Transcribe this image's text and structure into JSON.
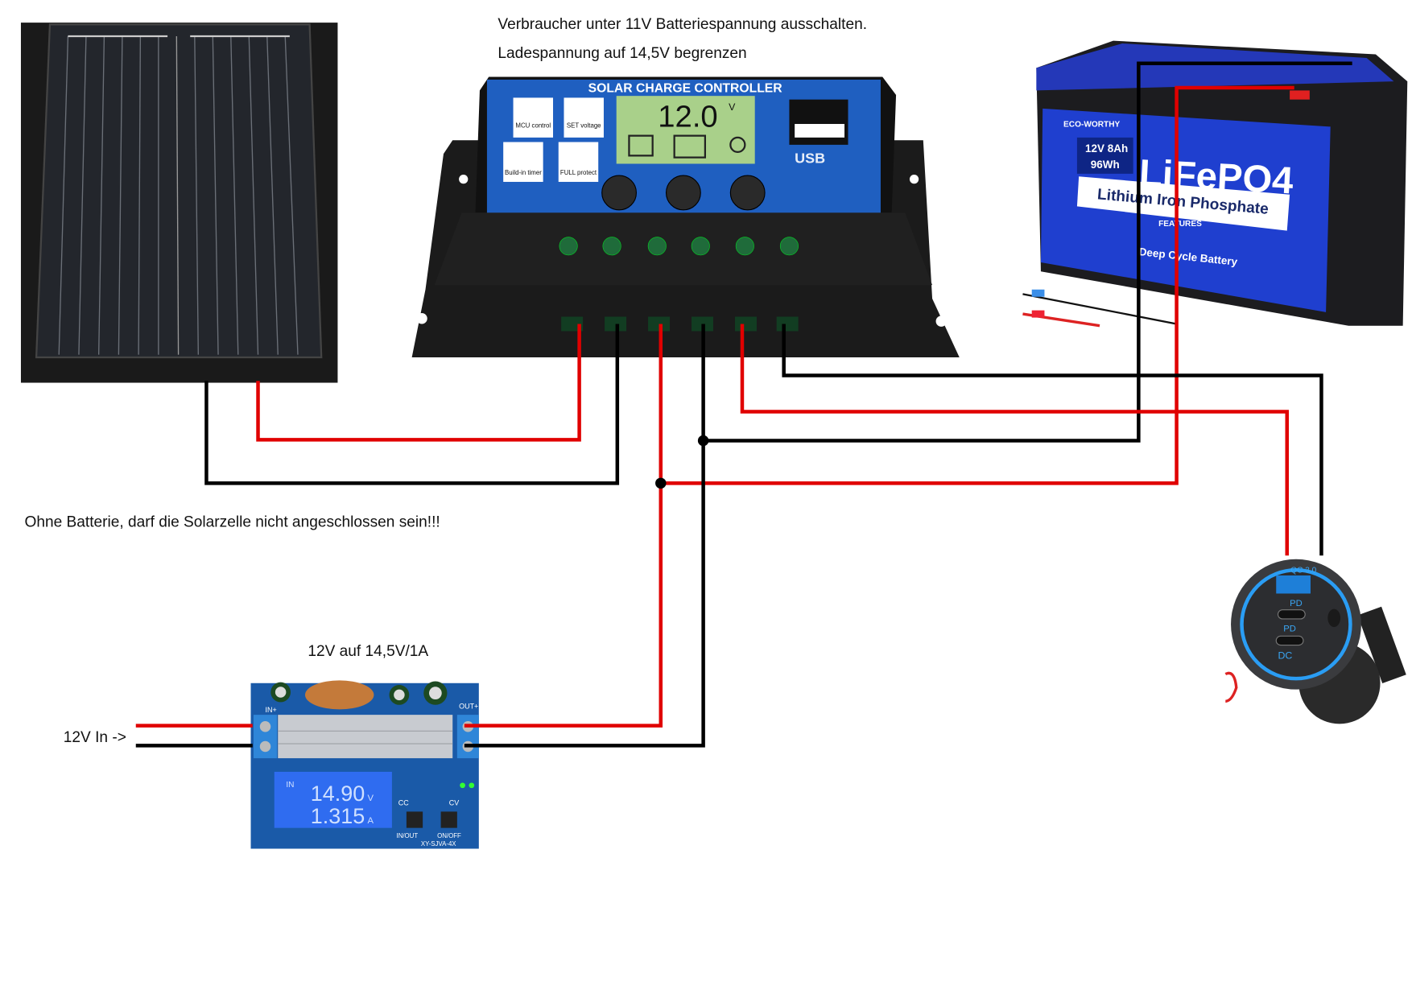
{
  "notes": {
    "controller_note_1": "Verbraucher unter 11V Batteriespannung ausschalten.",
    "controller_note_2": "Ladespannung auf 14,5V begrenzen",
    "solar_warning": "Ohne Batterie, darf die Solarzelle nicht angeschlossen sein!!!",
    "converter_title": "12V auf 14,5V/1A",
    "input_label": "12V In ->"
  },
  "controller": {
    "title": "SOLAR CHARGE CONTROLLER",
    "display_value": "12.0",
    "display_unit": "V",
    "features": [
      "MCU control",
      "SET voltage",
      "Build-in timer",
      "FULL protect"
    ],
    "usb_label": "USB"
  },
  "battery": {
    "brand": "ECO-WORTHY",
    "capacity": "12V 8Ah",
    "energy": "96Wh",
    "chemistry": "LiFePO4",
    "subtitle": "Lithium Iron Phosphate",
    "features_title": "FEATURES",
    "type": "Deep Cycle Battery"
  },
  "converter": {
    "voltage": "14.90",
    "voltage_unit": "V",
    "current": "1.315",
    "current_unit": "A",
    "display_mode": "IN",
    "in_plus": "IN+",
    "out_plus": "OUT+",
    "cc": "CC",
    "cv": "CV",
    "btn_1": "IN/OUT",
    "btn_2": "ON/OFF",
    "model": "XY-SJVA-4X"
  },
  "usb_socket": {
    "port_1": "QC 3.0",
    "port_2": "PD",
    "port_3": "PD",
    "port_4": "DC"
  },
  "colors": {
    "positive_wire": "#e00000",
    "negative_wire": "#000000",
    "accent_blue": "#1e7fd8"
  }
}
